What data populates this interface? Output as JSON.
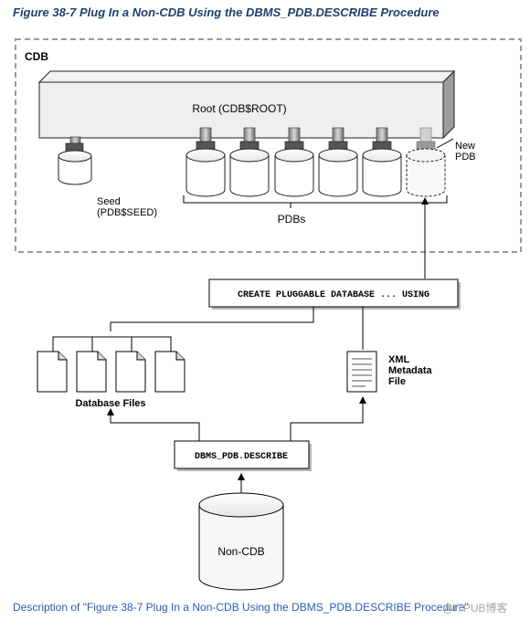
{
  "figure": {
    "title": "Figure 38-7 Plug In a Non-CDB Using the DBMS_PDB.DESCRIBE Procedure",
    "description_link": "Description of \"Figure 38-7 Plug In a Non-CDB Using the DBMS_PDB.DESCRIBE Procedure\"",
    "watermark": "@ITPUB博客"
  },
  "cdb": {
    "label": "CDB",
    "root_label": "Root (CDB$ROOT)",
    "seed_label_line1": "Seed",
    "seed_label_line2": "(PDB$SEED)",
    "pdbs_label": "PDBs",
    "new_pdb_line1": "New",
    "new_pdb_line2": "PDB"
  },
  "create_command": "CREATE PLUGGABLE DATABASE ... USING",
  "database_files_label": "Database Files",
  "xml_file": {
    "line1": "XML",
    "line2": "Metadata",
    "line3": "File"
  },
  "describe_command": "DBMS_PDB.DESCRIBE",
  "non_cdb_label": "Non-CDB"
}
